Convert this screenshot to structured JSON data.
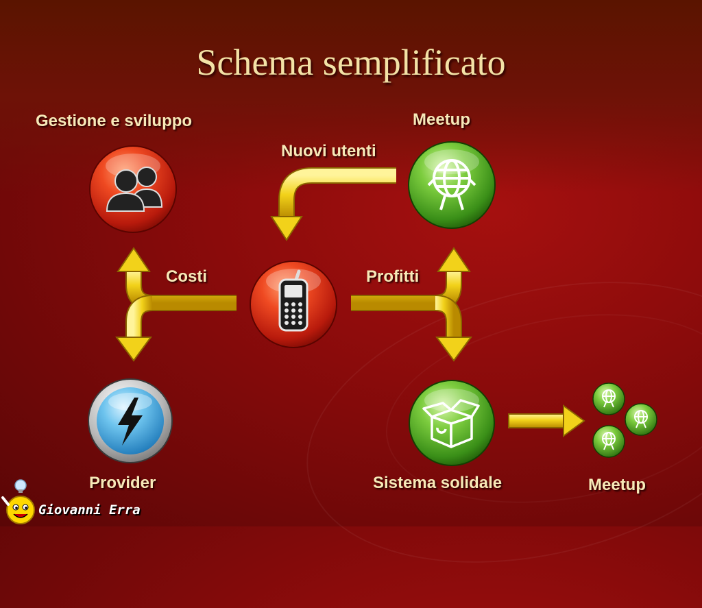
{
  "slide": {
    "title": "Schema semplificato",
    "author": "Giovanni Erra"
  },
  "nodes": {
    "gestione": {
      "label": "Gestione e sviluppo",
      "icon": "users-icon"
    },
    "meetup_top": {
      "label": "Meetup",
      "icon": "globe-figure-icon"
    },
    "phone": {
      "icon": "mobile-phone-icon"
    },
    "provider": {
      "label": "Provider",
      "icon": "lightning-icon"
    },
    "sistema": {
      "label": "Sistema solidale",
      "icon": "recycle-box-icon"
    },
    "meetup_bottom": {
      "label": "Meetup",
      "icon": "globe-figure-icon"
    }
  },
  "flows": {
    "nuovi_utenti": "Nuovi utenti",
    "costi": "Costi",
    "profitti": "Profitti"
  },
  "colors": {
    "background": "#8a0b0b",
    "text": "#f7e9b8",
    "arrow": "#f2d21a",
    "red_orb": "#d62b18",
    "green_orb": "#57b82c",
    "blue_orb": "#3aa7e0"
  }
}
